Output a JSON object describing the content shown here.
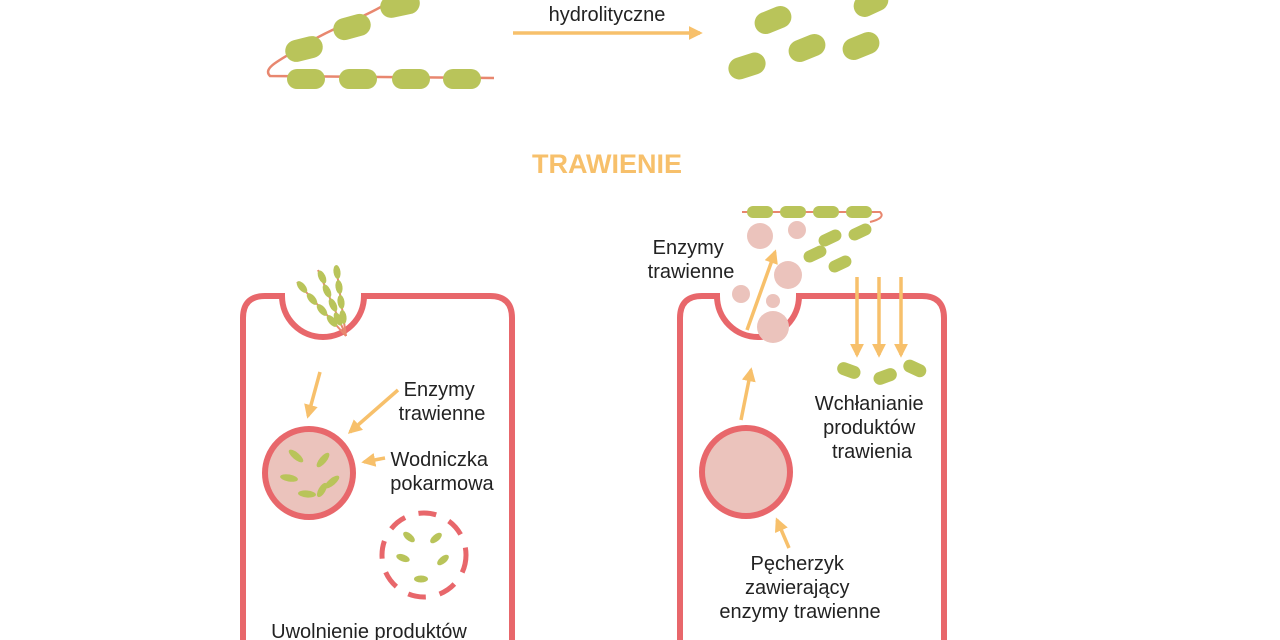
{
  "colors": {
    "cell_membrane": "#e8676b",
    "vesicle_fill": "#ebc3bc",
    "molecule": "#b9c45a",
    "chain_line": "#e8876f",
    "arrow": "#f7c06b",
    "title": "#f7c06b",
    "text": "#222222"
  },
  "top": {
    "enzyme_label": "hydrolityczne"
  },
  "title": "TRAWIENIE",
  "left_cell": {
    "enzymes_label": [
      "Enzymy",
      "trawienne"
    ],
    "vacuole_label": [
      "Wodniczka",
      "pokarmowa"
    ],
    "release_label": "Uwolnienie produktów"
  },
  "right_cell": {
    "enzymes_label": [
      "Enzymy",
      "trawienne"
    ],
    "absorption_label": [
      "Wchłanianie",
      "produktów",
      "trawienia"
    ],
    "vesicle_label": [
      "Pęcherzyk",
      "zawierający",
      "enzymy trawienne"
    ]
  }
}
